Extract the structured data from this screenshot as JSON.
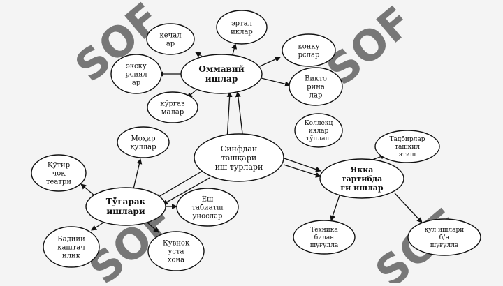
{
  "background": "#f4f4f4",
  "ink": "#111111",
  "watermark": {
    "text": "SOF",
    "color": "#b9e7cf"
  },
  "nodes": {
    "sinfdan": [
      "Синфдан",
      "ташқари",
      "иш турлари"
    ],
    "ommaviy": [
      "Оммавий",
      "ишлар"
    ],
    "kechalar": [
      "кечал",
      "ар"
    ],
    "ertaliklar": [
      "эртал",
      "иклар"
    ],
    "konkurslar": [
      "конку",
      "рслар"
    ],
    "viktorinalar": [
      "Викто",
      "рина",
      "лар"
    ],
    "ekskursiyalar": [
      "экску",
      "рсиял",
      "ар"
    ],
    "korgazmalar": [
      "кўргаз",
      "малар"
    ],
    "togarak": [
      "Тўгарак",
      "ишлари"
    ],
    "mohir": [
      "Моҳир",
      "қўллар"
    ],
    "qotir": [
      "Қўтир",
      "чоқ",
      "театри"
    ],
    "yosh": [
      "Ёш",
      "табиатш",
      "унослар"
    ],
    "badiiy": [
      "Бадиий",
      "каштач",
      "илик"
    ],
    "kuvnok": [
      "Кувноқ",
      "уста",
      "хона"
    ],
    "yakka": [
      "Якка",
      "тартибда",
      "ги ишлар"
    ],
    "kollektsiya": [
      "Коллекц",
      "иялар",
      "тўплаш"
    ],
    "tadbirlar": [
      "Тадбирлар",
      "ташкил",
      "этиш"
    ],
    "texnika": [
      "Техника",
      "билан",
      "шуғулла"
    ],
    "kol": [
      "қўл ишлари",
      "б/н",
      "шуғулла"
    ]
  }
}
